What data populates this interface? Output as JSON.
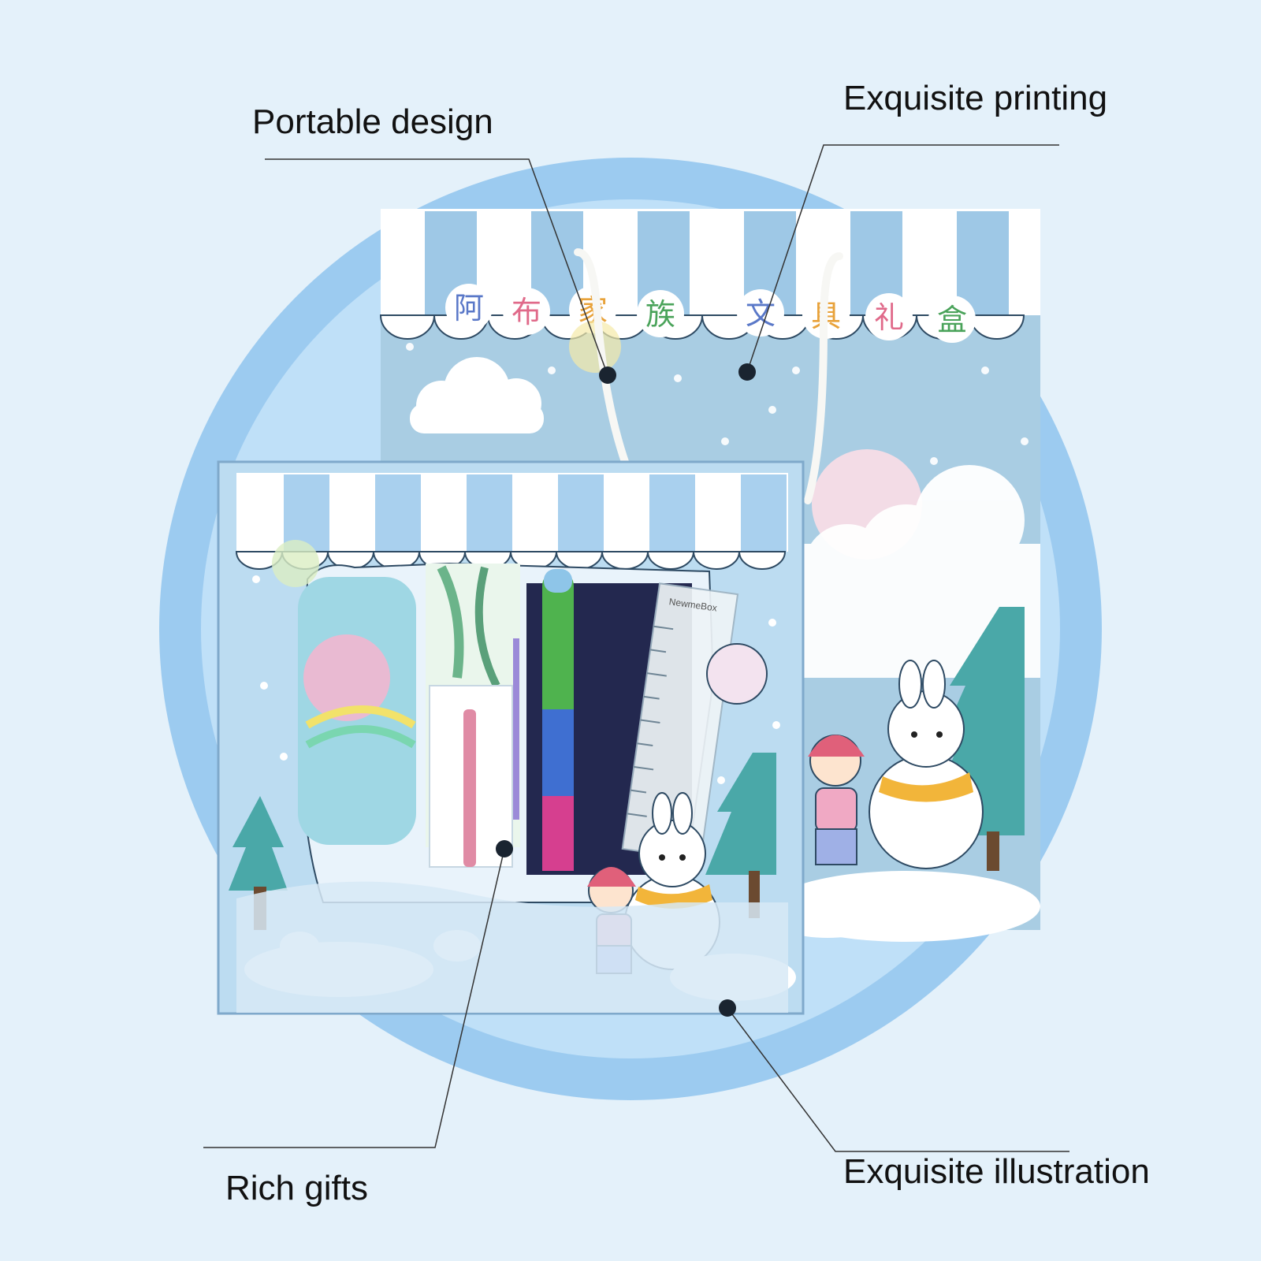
{
  "callouts": {
    "portable": "Portable design",
    "printing": "Exquisite printing",
    "gifts": "Rich gifts",
    "illustration": "Exquisite illustration"
  },
  "bag_title_chars": [
    "阿",
    "布",
    "家",
    "族",
    "文",
    "具",
    "礼",
    "盒"
  ],
  "ruler_brand": "NewmeBox",
  "colors": {
    "background": "#e4f1fa",
    "circle_outer": "#9ccbf0",
    "circle_inner": "#bfe0f8",
    "bag": "#a9cde3",
    "box": "#bcdcf1",
    "leader_line": "#333333"
  }
}
